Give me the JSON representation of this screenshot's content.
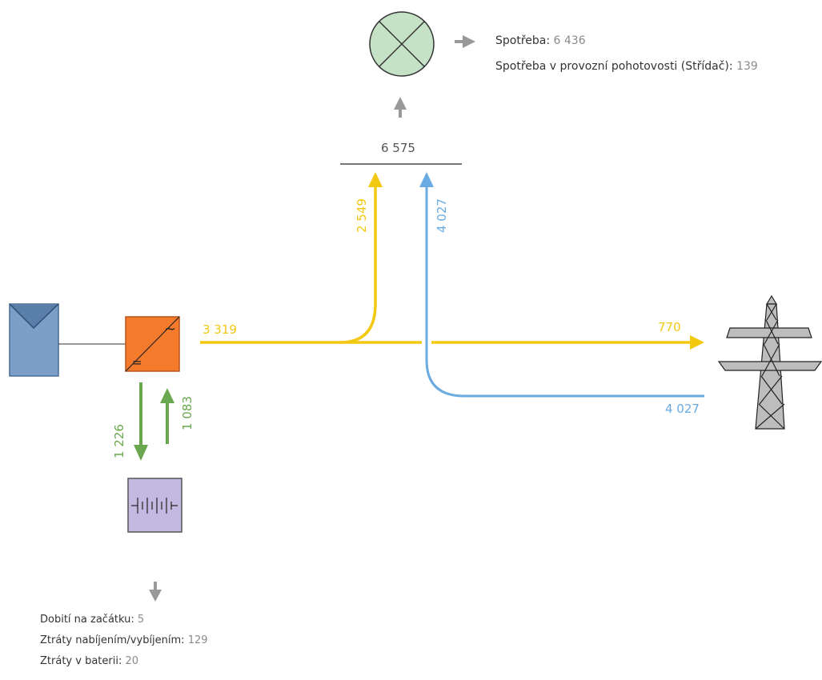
{
  "consumption": {
    "total": "6 575",
    "label": "Spotřeba:",
    "value": "6 436",
    "standby_label": "Spotřeba v provozní pohotovosti (Střídač):",
    "standby_value": "139"
  },
  "flows": {
    "pv_to_node": "3 319",
    "to_consumption_from_pv": "2 549",
    "to_consumption_from_grid": "4 027",
    "to_grid": "770",
    "from_grid": "4 027",
    "battery_charge": "1 226",
    "battery_discharge": "1 083"
  },
  "battery": {
    "initial_charge_label": "Dobití na začátku:",
    "initial_charge_value": "5",
    "conv_losses_label": "Ztráty nabíjením/vybíjením:",
    "conv_losses_value": "129",
    "battery_losses_label": "Ztráty v baterii:",
    "battery_losses_value": "20"
  },
  "colors": {
    "pv": "#f2c811",
    "grid": "#6aabe2",
    "battery_flow": "#6aa84f",
    "neutral": "#999999",
    "panel": "#7b9fc9",
    "inverter": "#f47a2c",
    "battery_box": "#c4b9e0",
    "load": "#c5e2c7"
  },
  "icons": {
    "pv": "solar-panel-icon",
    "inverter": "inverter-icon",
    "battery": "battery-icon",
    "load": "load-lamp-icon",
    "grid": "power-tower-icon"
  }
}
